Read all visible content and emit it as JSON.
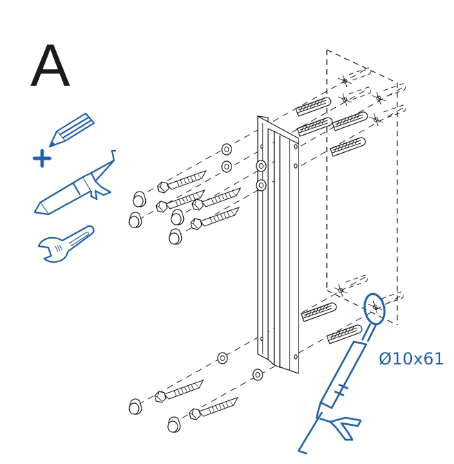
{
  "step": {
    "letter": "A"
  },
  "annotation": {
    "drill_diameter_label": "Ø10x61"
  },
  "colors": {
    "accent": "#1f5fa8",
    "line": "#1a1a1a",
    "background": "#ffffff"
  },
  "tools": [
    {
      "name": "pencil",
      "icon": "pencil-icon"
    },
    {
      "name": "mark",
      "icon": "plus-icon"
    },
    {
      "name": "caulking-gun",
      "icon": "caulking-gun-icon"
    },
    {
      "name": "wrench",
      "icon": "wrench-icon"
    }
  ],
  "parts": {
    "bracket_count": 1,
    "wall_plug_count": 6,
    "lag_screw_count": 6,
    "washer_count": 6,
    "cap_count": 6
  }
}
